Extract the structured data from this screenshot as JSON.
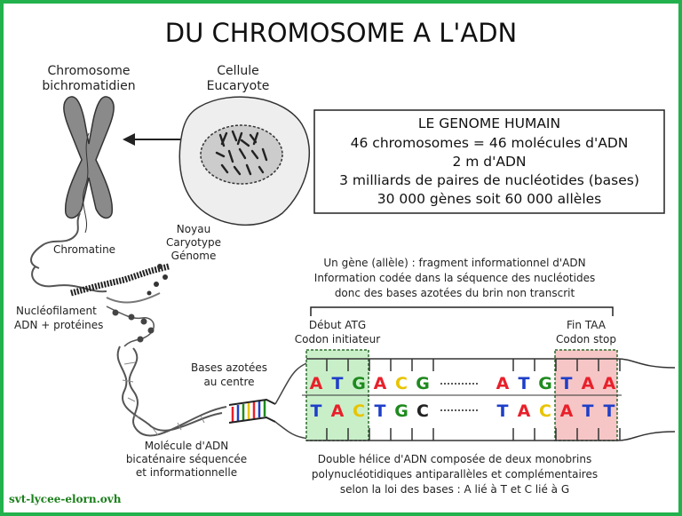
{
  "title": "DU CHROMOSOME A L'ADN",
  "labels": {
    "chromosome_line1": "Chromosome",
    "chromosome_line2": "bichromatidien",
    "cell_line1": "Cellule",
    "cell_line2": "Eucaryote",
    "chromatine": "Chromatine",
    "noyau_line1": "Noyau",
    "noyau_line2": "Caryotype",
    "noyau_line3": "Génome",
    "nucleofilament_line1": "Nucléofilament",
    "nucleofilament_line2": "ADN + protéines",
    "bases_line1": "Bases azotées",
    "bases_line2": "au centre",
    "molecule_line1": "Molécule d'ADN",
    "molecule_line2": "bicaténaire séquencée",
    "molecule_line3": "et informationnelle"
  },
  "genome_box": {
    "heading": "LE GENOME HUMAIN",
    "lines": [
      "46 chromosomes = 46 molécules d'ADN",
      "2 m d'ADN",
      "3 milliards de paires de nucléotides (bases)",
      "30 000 gènes soit 60 000 allèles"
    ]
  },
  "gene_text": [
    "Un gène (allèle) : fragment informationnel d'ADN",
    "Information codée dans la séquence des nucléotides",
    "donc des bases azotées du brin non transcrit"
  ],
  "start_codon": {
    "line1": "Début ATG",
    "line2": "Codon initiateur"
  },
  "stop_codon": {
    "line1": "Fin TAA",
    "line2": "Codon stop"
  },
  "top_strand": [
    {
      "b": "A",
      "c": "red"
    },
    {
      "b": "T",
      "c": "blue"
    },
    {
      "b": "G",
      "c": "green"
    },
    {
      "b": "A",
      "c": "red"
    },
    {
      "b": "C",
      "c": "yellow"
    },
    {
      "b": "G",
      "c": "green"
    },
    {
      "b": "A",
      "c": "red"
    },
    {
      "b": "T",
      "c": "blue"
    },
    {
      "b": "G",
      "c": "green"
    },
    {
      "b": "T",
      "c": "blue"
    },
    {
      "b": "A",
      "c": "red"
    },
    {
      "b": "A",
      "c": "red"
    }
  ],
  "bottom_strand": [
    {
      "b": "T",
      "c": "blue"
    },
    {
      "b": "A",
      "c": "red"
    },
    {
      "b": "C",
      "c": "yellow"
    },
    {
      "b": "T",
      "c": "blue"
    },
    {
      "b": "G",
      "c": "green"
    },
    {
      "b": "C",
      "c": "black"
    },
    {
      "b": "T",
      "c": "blue"
    },
    {
      "b": "A",
      "c": "red"
    },
    {
      "b": "C",
      "c": "yellow"
    },
    {
      "b": "A",
      "c": "red"
    },
    {
      "b": "T",
      "c": "blue"
    },
    {
      "b": "T",
      "c": "blue"
    }
  ],
  "base_colors": {
    "red": "#e8202a",
    "blue": "#1f3fc8",
    "green": "#1f8a1f",
    "yellow": "#e8c400",
    "black": "#222222"
  },
  "helix_text": [
    "Double hélice d'ADN composée de deux monobrins",
    "polynucléotidiques antiparallèles et complémentaires",
    "selon la loi des bases : A lié à T et C lié à G"
  ],
  "site": "svt-lycee-elorn.ovh",
  "border_color": "#22b14c"
}
